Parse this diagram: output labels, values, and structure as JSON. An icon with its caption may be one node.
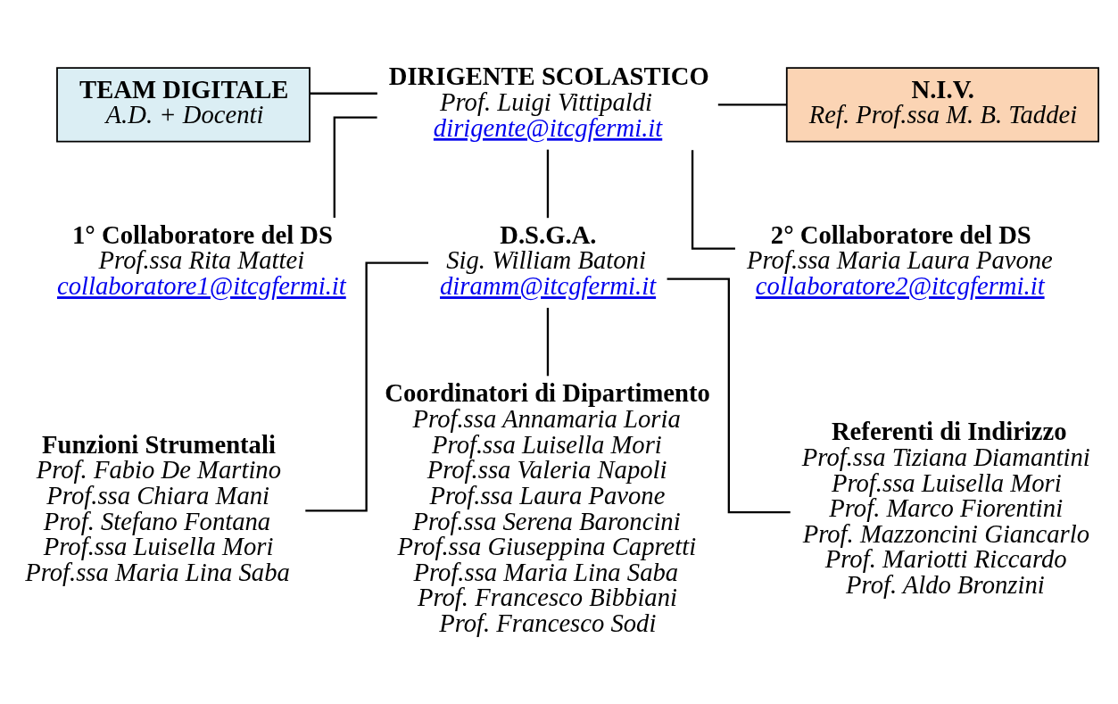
{
  "diagram": {
    "nodes": [
      {
        "text": [
          "TEAM DIGITALE",
          "A.D. + Docenti"
        ]
      },
      {
        "text": [
          "DIRIGENTE SCOLASTICO",
          "Prof. Luigi Vittipaldi",
          "dirigente@itcgfermi.it"
        ]
      },
      {
        "text": [
          "N.I.V.",
          "Ref. Prof.ssa M. B. Taddei"
        ]
      },
      {
        "text": [
          "1° Collaboratore del DS",
          "Prof.ssa Rita Mattei",
          "collaboratore1@itcgfermi.it"
        ]
      },
      {
        "text": [
          "D.S.G.A.",
          "Sig. William Batoni",
          "diramm@itcgfermi.it"
        ]
      },
      {
        "text": [
          "2° Collaboratore del DS",
          "Prof.ssa Maria Laura Pavone",
          "collaboratore2@itcgfermi.it"
        ]
      },
      {
        "text": [
          "Funzioni Strumentali",
          "Prof. Fabio De Martino",
          "Prof.ssa Chiara Mani",
          "Prof. Stefano Fontana",
          "Prof.ssa Luisella Mori",
          "Prof.ssa Maria Lina Saba"
        ]
      },
      {
        "text": [
          "Coordinatori di Dipartimento",
          "Prof.ssa Annamaria Loria",
          "Prof.ssa Luisella Mori",
          "Prof.ssa Valeria Napoli",
          "Prof.ssa Laura Pavone",
          "Prof.ssa Serena Baroncini",
          "Prof.ssa Giuseppina Capretti",
          "Prof.ssa Maria Lina Saba",
          "Prof. Francesco Bibbiani",
          "Prof. Francesco Sodi"
        ]
      },
      {
        "text": [
          "Referenti di Indirizzo",
          "Prof.ssa Tiziana Diamantini",
          "Prof.ssa Luisella Mori",
          "Prof. Marco Fiorentini",
          "Prof. Mazzoncini Giancarlo",
          "Prof. Mariotti Riccardo",
          "Prof. Aldo Bronzini"
        ]
      }
    ],
    "edges": [
      {
        "from": 0,
        "to": 1,
        "arrow": "none"
      },
      {
        "from": 1,
        "to": 2,
        "arrow": "none"
      },
      {
        "from": 1,
        "to": 3,
        "arrow": "none"
      },
      {
        "from": 1,
        "to": 4,
        "arrow": "none"
      },
      {
        "from": 1,
        "to": 5,
        "arrow": "none"
      },
      {
        "from": 4,
        "to": 6,
        "arrow": "none"
      },
      {
        "from": 4,
        "to": 7,
        "arrow": "none"
      },
      {
        "from": 4,
        "to": 8,
        "arrow": "none"
      }
    ]
  }
}
